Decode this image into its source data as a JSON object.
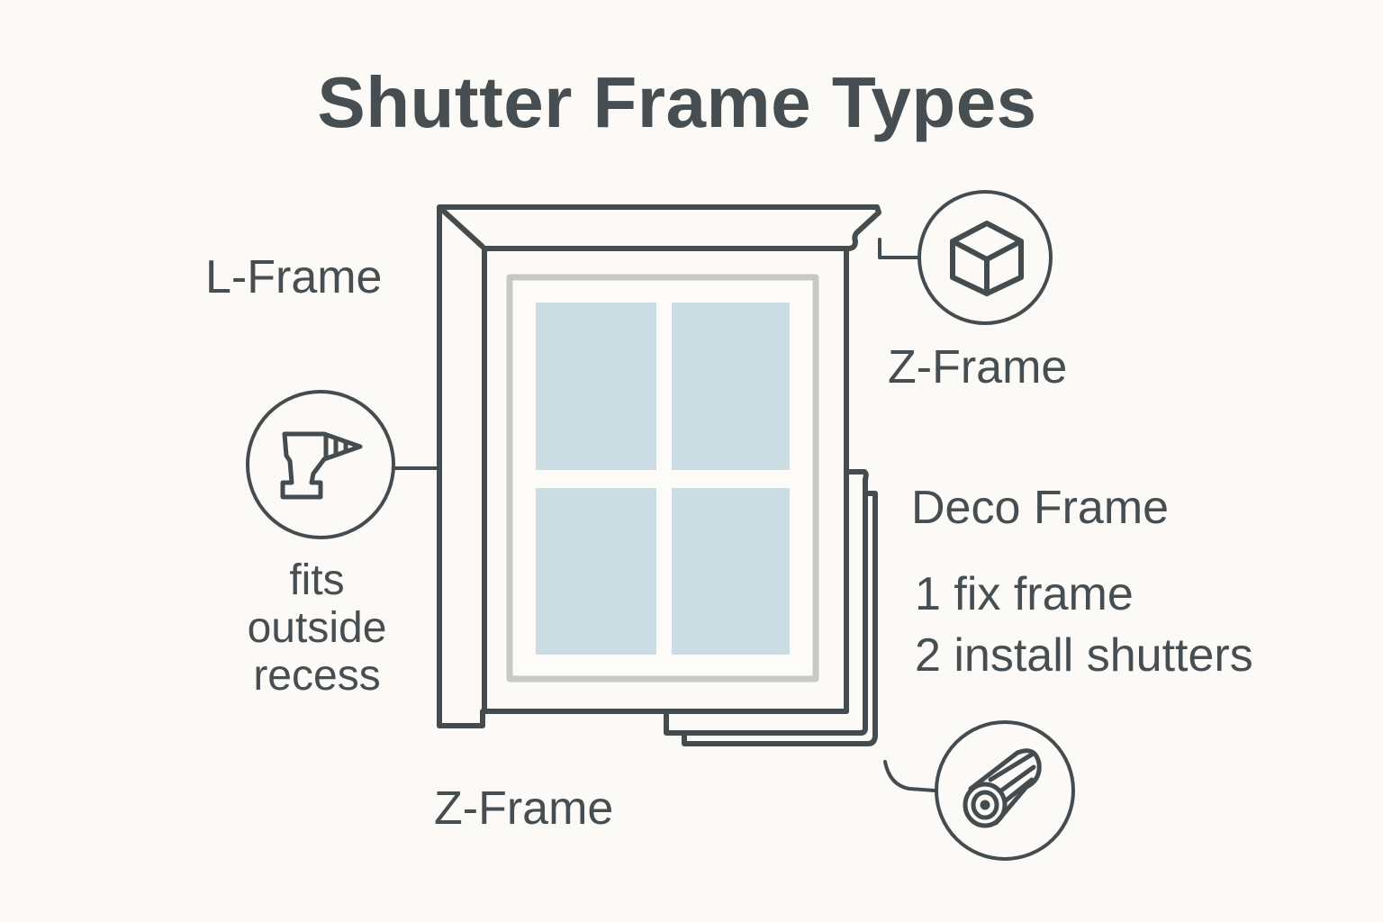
{
  "title": "Shutter Frame Types",
  "labels": {
    "l_frame": "L-Frame",
    "z_frame_top": "Z-Frame",
    "z_frame_bottom": "Z-Frame",
    "deco_frame": "Deco Frame"
  },
  "l_frame_note": {
    "lines": [
      "fits",
      "outside",
      "recess"
    ]
  },
  "deco_steps": [
    "1 fix frame",
    "2 install shutters"
  ],
  "icons": {
    "drill": "drill-icon",
    "cube": "cube-icon",
    "log": "wood-log-icon"
  },
  "colors": {
    "background": "#fbfaf7",
    "stroke": "#454c4f",
    "glass": "#cbdde2",
    "inner_frame": "#c8c8c6",
    "text": "#474e51"
  }
}
